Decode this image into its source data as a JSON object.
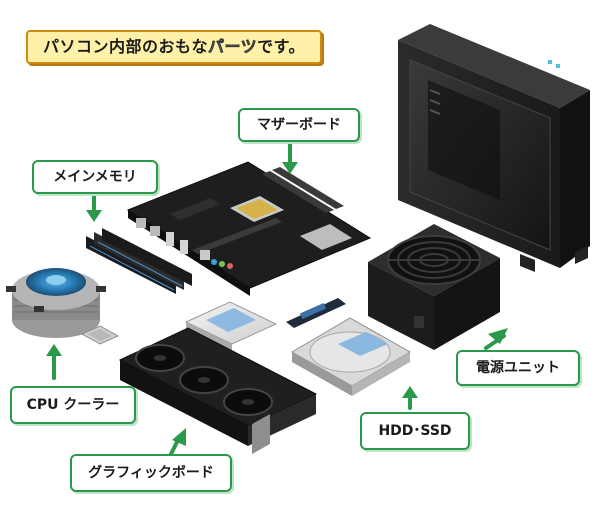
{
  "title": {
    "part1": "パソコン内部のおもな",
    "highlight": "パーツ",
    "part2": "です。"
  },
  "labels": {
    "motherboard": "マザーボード",
    "memory": "メインメモリ",
    "power_supply": "電源ユニット",
    "storage": "HDD･SSD",
    "cpu_cooler": "CPU クーラー",
    "graphics_card": "グラフィックボード"
  },
  "colors": {
    "title_fill": "#fff1a8",
    "title_border": "#d08a14",
    "callout_border": "#2a9a4a",
    "arrow": "#2a9a4a"
  }
}
